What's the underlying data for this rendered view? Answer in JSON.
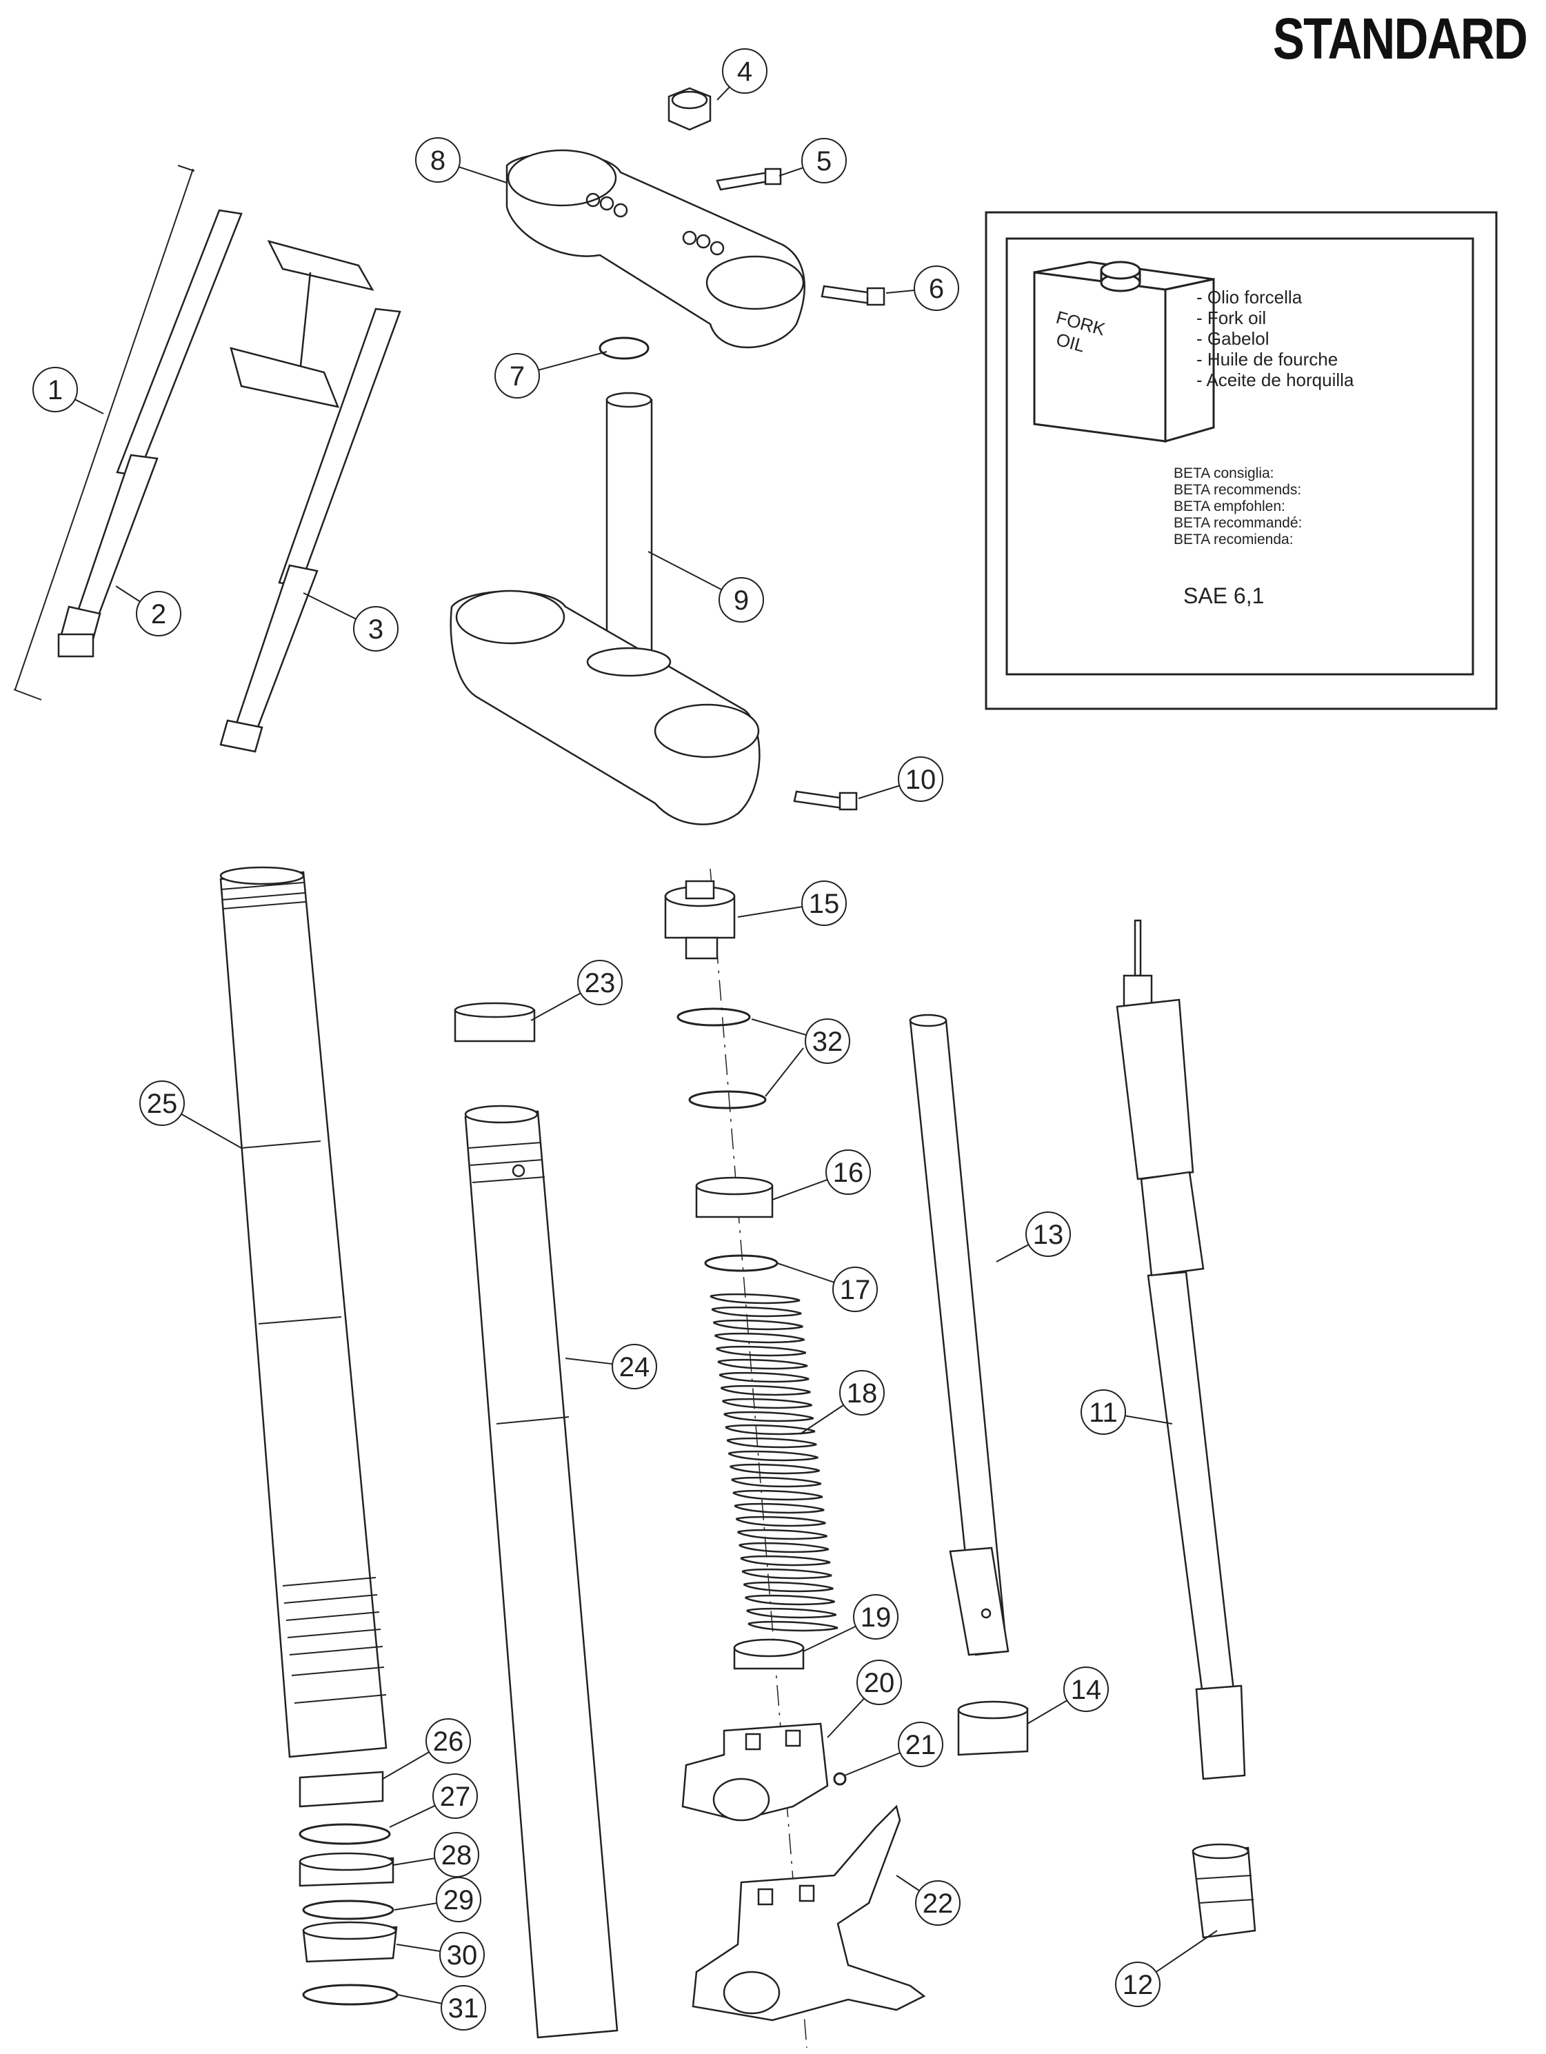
{
  "title": "STANDARD",
  "oil_box": {
    "can_label_line1": "FORK",
    "can_label_line2": "OIL",
    "names": [
      "- Olio forcella",
      "- Fork oil",
      "- Gabelol",
      "- Huile de fourche",
      "- Aceite de horquilla"
    ],
    "recommend": [
      "BETA consiglia:",
      "BETA recommends:",
      "BETA empfohlen:",
      "BETA recommandé:",
      "BETA recomienda:"
    ],
    "grade": "SAE 6,1"
  },
  "callouts": [
    "1",
    "2",
    "3",
    "4",
    "5",
    "6",
    "7",
    "8",
    "9",
    "10",
    "11",
    "12",
    "13",
    "14",
    "15",
    "16",
    "17",
    "18",
    "19",
    "20",
    "21",
    "22",
    "23",
    "24",
    "25",
    "26",
    "27",
    "28",
    "29",
    "30",
    "31",
    "32"
  ],
  "colors": {
    "line": "#222222",
    "fill": "#ffffff",
    "shade": "#dddddd"
  }
}
